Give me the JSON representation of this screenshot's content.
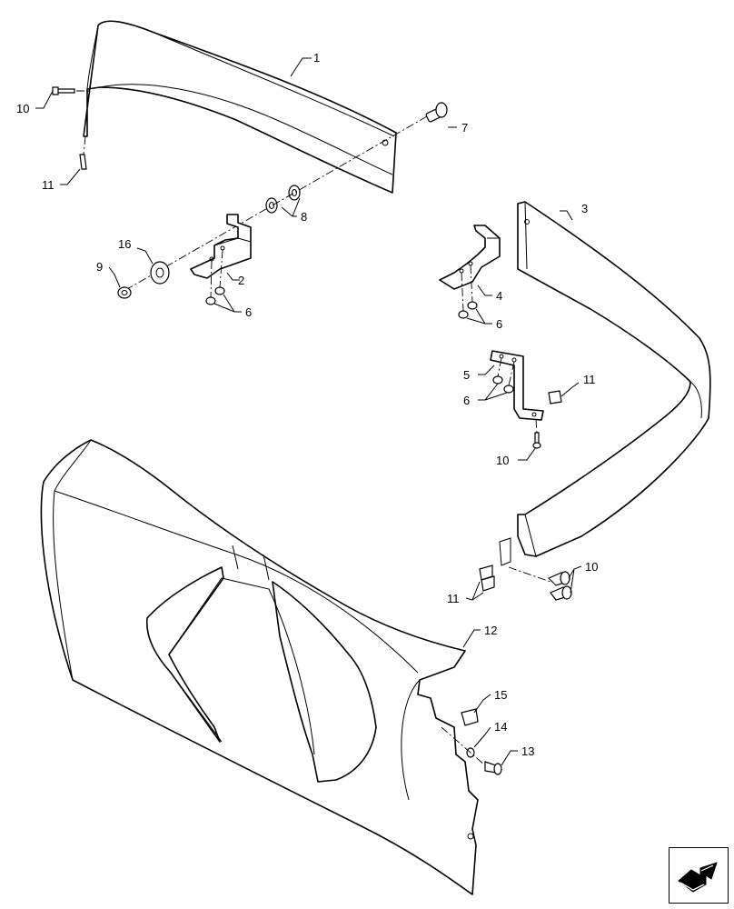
{
  "callouts": [
    {
      "id": "c1",
      "text": "1"
    },
    {
      "id": "c2",
      "text": "2"
    },
    {
      "id": "c3",
      "text": "3"
    },
    {
      "id": "c4",
      "text": "4"
    },
    {
      "id": "c5",
      "text": "5"
    },
    {
      "id": "c6a",
      "text": "6"
    },
    {
      "id": "c6b",
      "text": "6"
    },
    {
      "id": "c6c",
      "text": "6"
    },
    {
      "id": "c7",
      "text": "7"
    },
    {
      "id": "c8",
      "text": "8"
    },
    {
      "id": "c9",
      "text": "9"
    },
    {
      "id": "c10a",
      "text": "10"
    },
    {
      "id": "c10b",
      "text": "10"
    },
    {
      "id": "c10c",
      "text": "10"
    },
    {
      "id": "c11a",
      "text": "11"
    },
    {
      "id": "c11b",
      "text": "11"
    },
    {
      "id": "c11c",
      "text": "11"
    },
    {
      "id": "c12",
      "text": "12"
    },
    {
      "id": "c13",
      "text": "13"
    },
    {
      "id": "c14",
      "text": "14"
    },
    {
      "id": "c15",
      "text": "15"
    },
    {
      "id": "c16",
      "text": "16"
    }
  ],
  "nav_icon": "next-page-arrow-icon"
}
